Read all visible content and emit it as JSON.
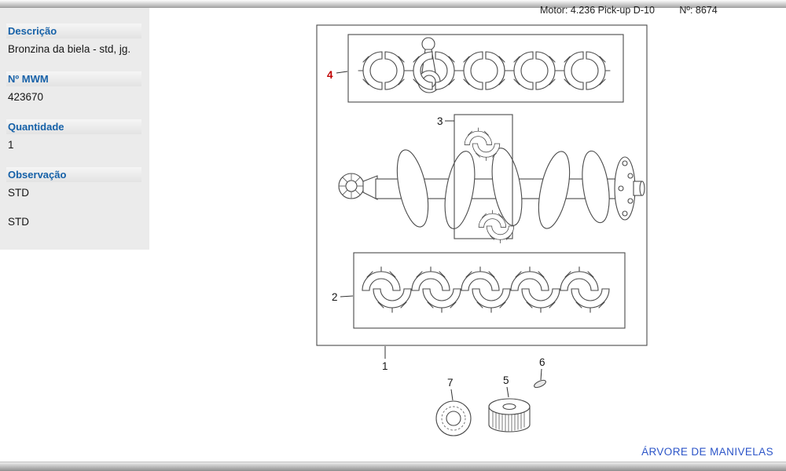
{
  "header": {
    "motor": "Motor: 4.236 Pick-up D-10",
    "numero": "Nº: 8674"
  },
  "sidebar": {
    "fields": [
      {
        "label": "Descrição",
        "value": "Bronzina da biela - std, jg."
      },
      {
        "label": "Nº MWM",
        "value": "423670"
      },
      {
        "label": "Quantidade",
        "value": "1"
      },
      {
        "label": "Observação",
        "value": "STD"
      }
    ],
    "secondary_value": "STD"
  },
  "diagram": {
    "callouts": {
      "k1": "1",
      "k2": "2",
      "k3": "3",
      "k4": "4",
      "k5": "5",
      "k6": "6",
      "k7": "7"
    },
    "highlighted_callout": "4"
  },
  "footer": {
    "title": "ÁRVORE DE MANIVELAS"
  },
  "colors": {
    "label_blue": "#1661a8",
    "footer_blue": "#2c55c8",
    "callout_red": "#c00000",
    "line_gray": "#4a4a4a",
    "sidebar_bg": "#ebebeb"
  }
}
